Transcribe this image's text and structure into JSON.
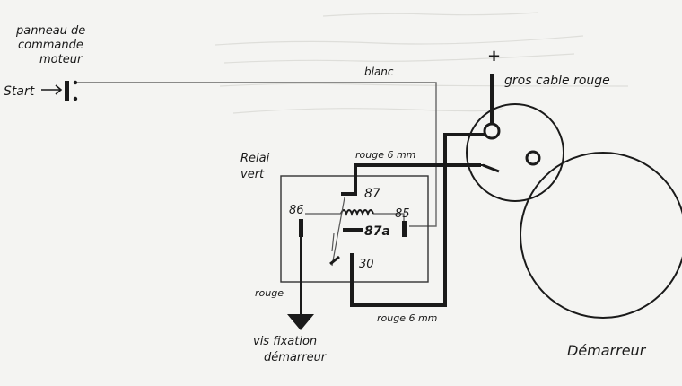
{
  "labels": {
    "panel_line1": "panneau de",
    "panel_line2": "commande",
    "panel_line3": "moteur",
    "start": "Start",
    "blanc": "blanc",
    "plus": "+",
    "gros_cable": "gros cable rouge",
    "relai_line1": "Relai",
    "relai_line2": "vert",
    "rouge_6mm_top": "rouge 6 mm",
    "pin_87": "87",
    "pin_86": "86",
    "pin_85": "85",
    "pin_87a": "87a",
    "pin_30": "30",
    "rouge_left": "rouge",
    "rouge_6mm_bottom": "rouge 6 mm",
    "vis_line1": "vis fixation",
    "vis_line2": "démarreur",
    "demarreur": "Démarreur"
  },
  "colors": {
    "ink": "#1a1a1a",
    "paper": "#f4f4f2",
    "thin_wire": "#555555"
  }
}
